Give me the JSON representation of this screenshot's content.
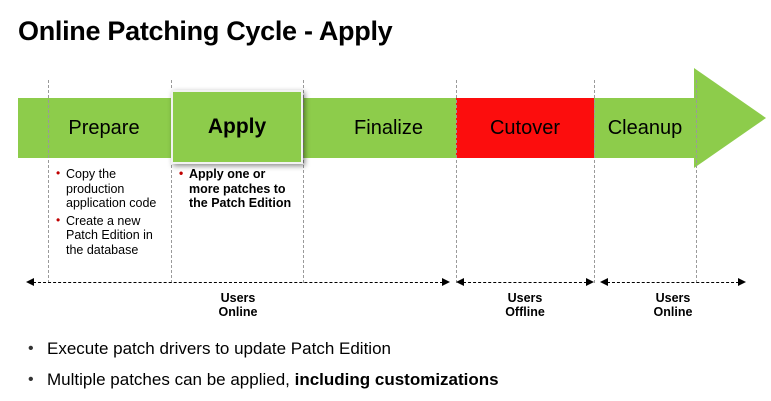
{
  "title": "Online Patching Cycle - Apply",
  "cycle": {
    "phases": [
      {
        "label": "Prepare",
        "color": "#8DCC4B",
        "highlighted": false
      },
      {
        "label": "Apply",
        "color": "#8DCC4B",
        "highlighted": true
      },
      {
        "label": "Finalize",
        "color": "#8DCC4B",
        "highlighted": false
      },
      {
        "label": "Cutover",
        "color": "#FC0D0D",
        "highlighted": false
      },
      {
        "label": "Cleanup",
        "color": "#8DCC4B",
        "highlighted": false
      }
    ]
  },
  "details": {
    "prepare": [
      "Copy the production application code",
      "Create a new Patch Edition in the database"
    ],
    "apply": [
      "Apply one or more patches to the Patch Edition"
    ]
  },
  "availability": [
    {
      "label_line1": "Users",
      "label_line2": "Online"
    },
    {
      "label_line1": "Users",
      "label_line2": "Offline"
    },
    {
      "label_line1": "Users",
      "label_line2": "Online"
    }
  ],
  "summary": {
    "bullet1": "Execute patch drivers to update Patch Edition",
    "bullet2_plain": "Multiple patches can be applied, ",
    "bullet2_bold": "including customizations"
  },
  "colors": {
    "green": "#8DCC4B",
    "red": "#FC0D0D",
    "bullet_red": "#C00000",
    "text": "#000000",
    "guide": "#9a9a9a"
  }
}
